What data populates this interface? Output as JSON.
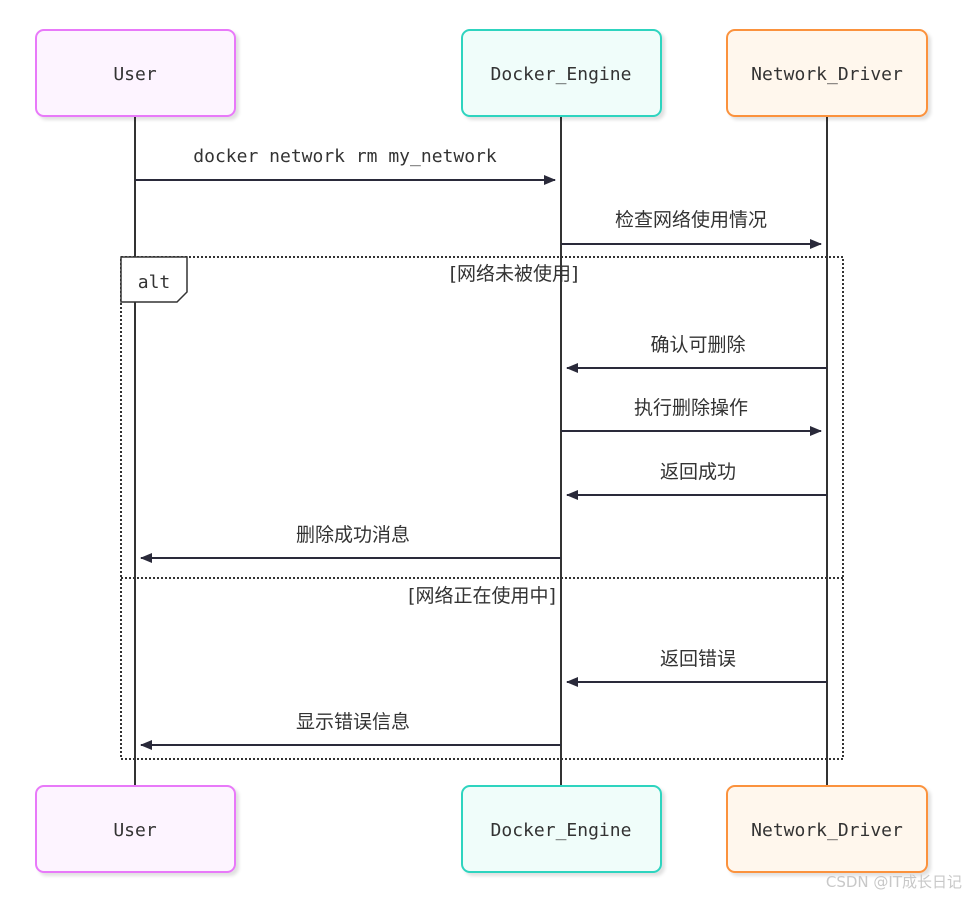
{
  "participants": [
    {
      "id": "user",
      "label": "User",
      "stroke": "#e879f9",
      "fill": "#fdf4ff"
    },
    {
      "id": "engine",
      "label": "Docker_Engine",
      "stroke": "#2dd4bf",
      "fill": "#f0fdfa"
    },
    {
      "id": "driver",
      "label": "Network_Driver",
      "stroke": "#fb923c",
      "fill": "#fff7ed"
    }
  ],
  "messages": [
    {
      "from": "user",
      "to": "engine",
      "label": "docker network rm my_network"
    },
    {
      "from": "engine",
      "to": "driver",
      "label": "检查网络使用情况"
    },
    {
      "from": "driver",
      "to": "engine",
      "label": "确认可删除"
    },
    {
      "from": "engine",
      "to": "driver",
      "label": "执行删除操作"
    },
    {
      "from": "driver",
      "to": "engine",
      "label": "返回成功"
    },
    {
      "from": "engine",
      "to": "user",
      "label": "删除成功消息"
    },
    {
      "from": "driver",
      "to": "engine",
      "label": "返回错误"
    },
    {
      "from": "engine",
      "to": "user",
      "label": "显示错误信息"
    }
  ],
  "alt_block": {
    "keyword": "alt",
    "sections": [
      {
        "condition": "[网络未被使用]"
      },
      {
        "condition": "[网络正在使用中]"
      }
    ]
  },
  "colors": {
    "line": "#333333",
    "arrow": "#2a2a3a"
  },
  "watermark": "CSDN @IT成长日记"
}
